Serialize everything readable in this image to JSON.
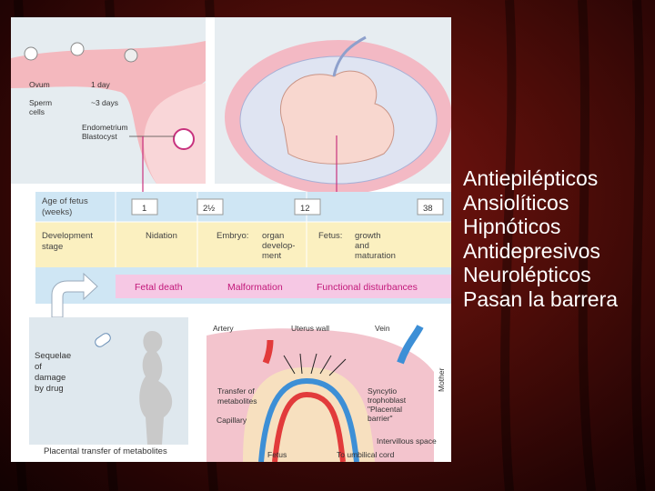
{
  "slide": {
    "bullets": [
      "Antiepilépticos",
      "Ansiolíticos",
      "Hipnóticos",
      "Antidepresivos",
      "Neurolépticos",
      "Pasan la barrera"
    ]
  },
  "figure": {
    "top_left": {
      "ovum": "Ovum",
      "day1": "1 day",
      "sperm": [
        "Sperm",
        "cells"
      ],
      "days3": "~3 days",
      "endometrium": "Endometrium",
      "blastocyst": "Blastocyst"
    },
    "table": {
      "age_label": [
        "Age of fetus",
        "(weeks)"
      ],
      "weeks": [
        "1",
        "2½",
        "12",
        "38"
      ],
      "stage_label": [
        "Development",
        "stage"
      ],
      "nidation": "Nidation",
      "embryo": "Embryo:",
      "embryo_desc": [
        "organ",
        "develop-",
        "ment"
      ],
      "fetus": "Fetus:",
      "fetus_desc": [
        "growth",
        "and",
        "maturation"
      ],
      "effects": [
        "Fetal death",
        "Malformation",
        "Functional disturbances"
      ]
    },
    "sequelae": [
      "Sequelae",
      "of",
      "damage",
      "by drug"
    ],
    "placenta": {
      "artery": "Artery",
      "uterus_wall": "Uterus wall",
      "vein": "Vein",
      "mother": "Mother",
      "transfer": [
        "Transfer of",
        "metabolites"
      ],
      "capillary": "Capillary",
      "syncytio": [
        "Syncytio",
        "trophoblast",
        "\"Placental",
        "barrier\""
      ],
      "intervillous": "Intervillous space",
      "fetus": "Fetus",
      "umbilical": "To umbilical cord"
    },
    "caption": "Placental transfer of metabolites"
  },
  "colors": {
    "table_blue": "#cfe6f4",
    "table_yellow": "#fbf0c0",
    "effects_pink": "#f6c8e4",
    "effects_text": "#c2187a",
    "magenta_line": "#c8327e"
  }
}
